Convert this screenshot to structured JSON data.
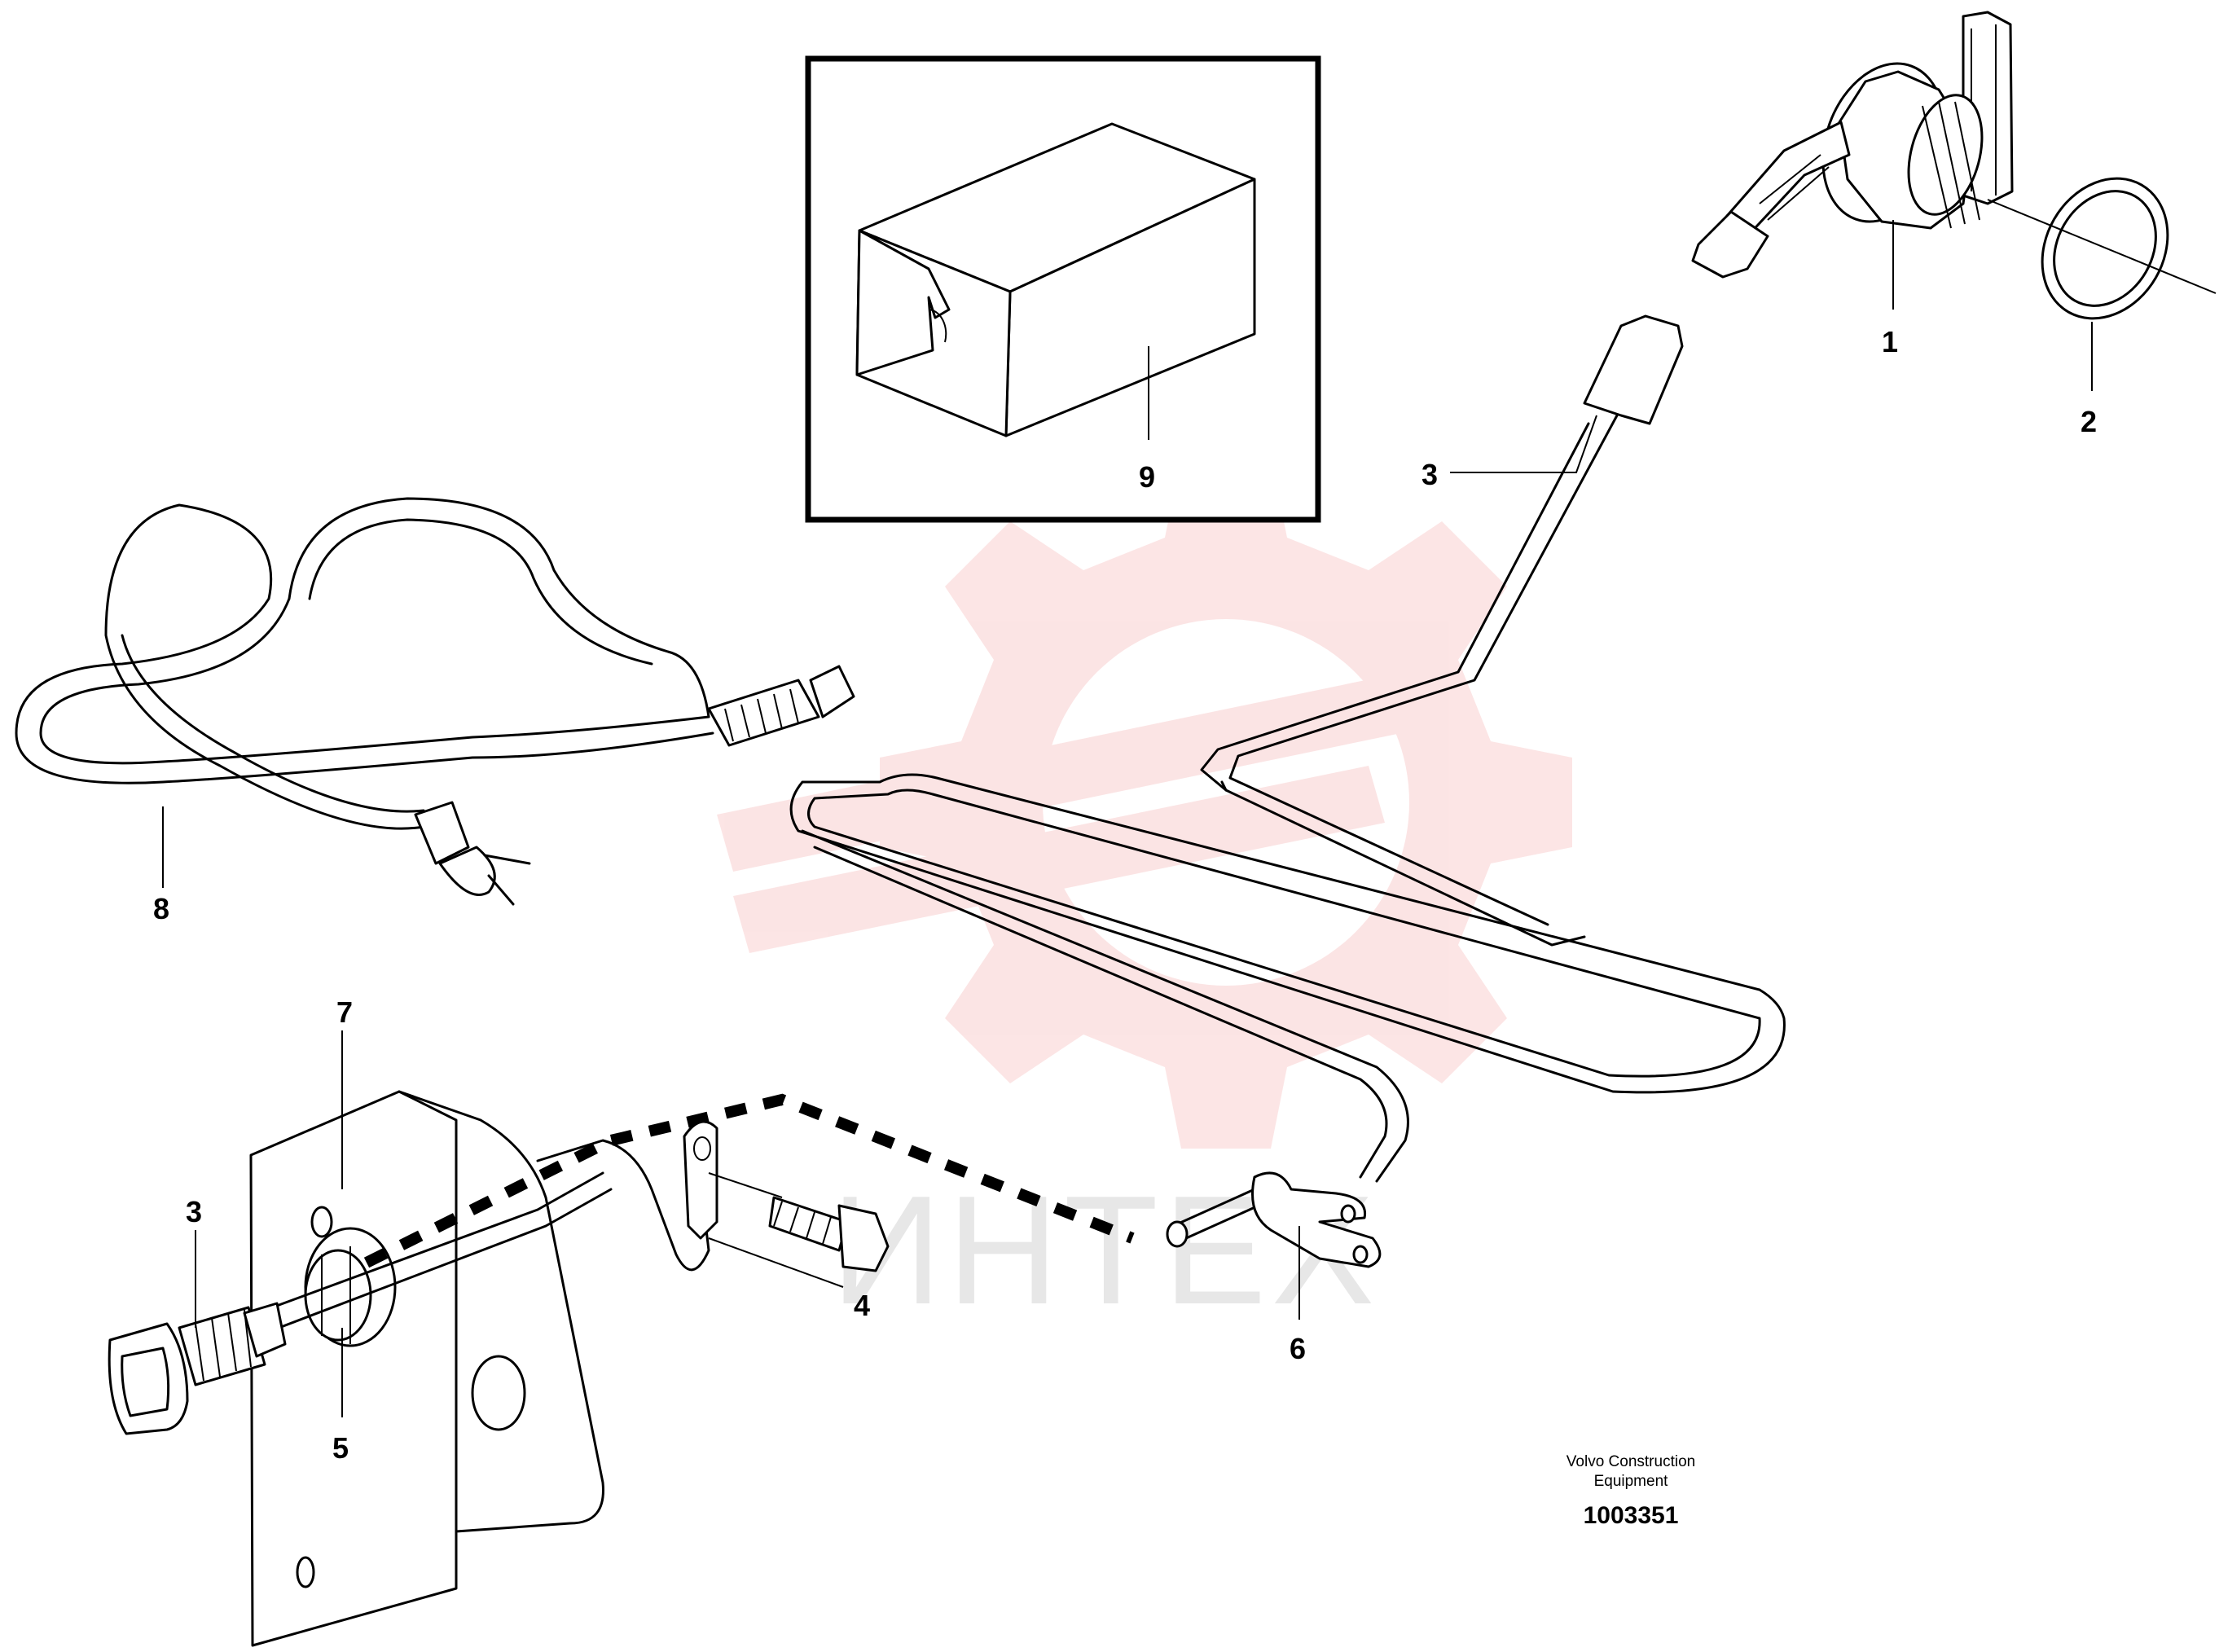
{
  "callouts": [
    {
      "id": "c1",
      "label": "1"
    },
    {
      "id": "c2",
      "label": "2"
    },
    {
      "id": "c3a",
      "label": "3"
    },
    {
      "id": "c3b",
      "label": "3"
    },
    {
      "id": "c4",
      "label": "4"
    },
    {
      "id": "c5",
      "label": "5"
    },
    {
      "id": "c6",
      "label": "6"
    },
    {
      "id": "c7",
      "label": "7"
    },
    {
      "id": "c8",
      "label": "8"
    },
    {
      "id": "c9",
      "label": "9"
    }
  ],
  "footer": {
    "maker_line1": "Volvo Construction",
    "maker_line2": "Equipment",
    "doc_number": "1003351"
  },
  "watermark": {
    "text": "ИНТЕХ",
    "color": "#f08a8a"
  }
}
